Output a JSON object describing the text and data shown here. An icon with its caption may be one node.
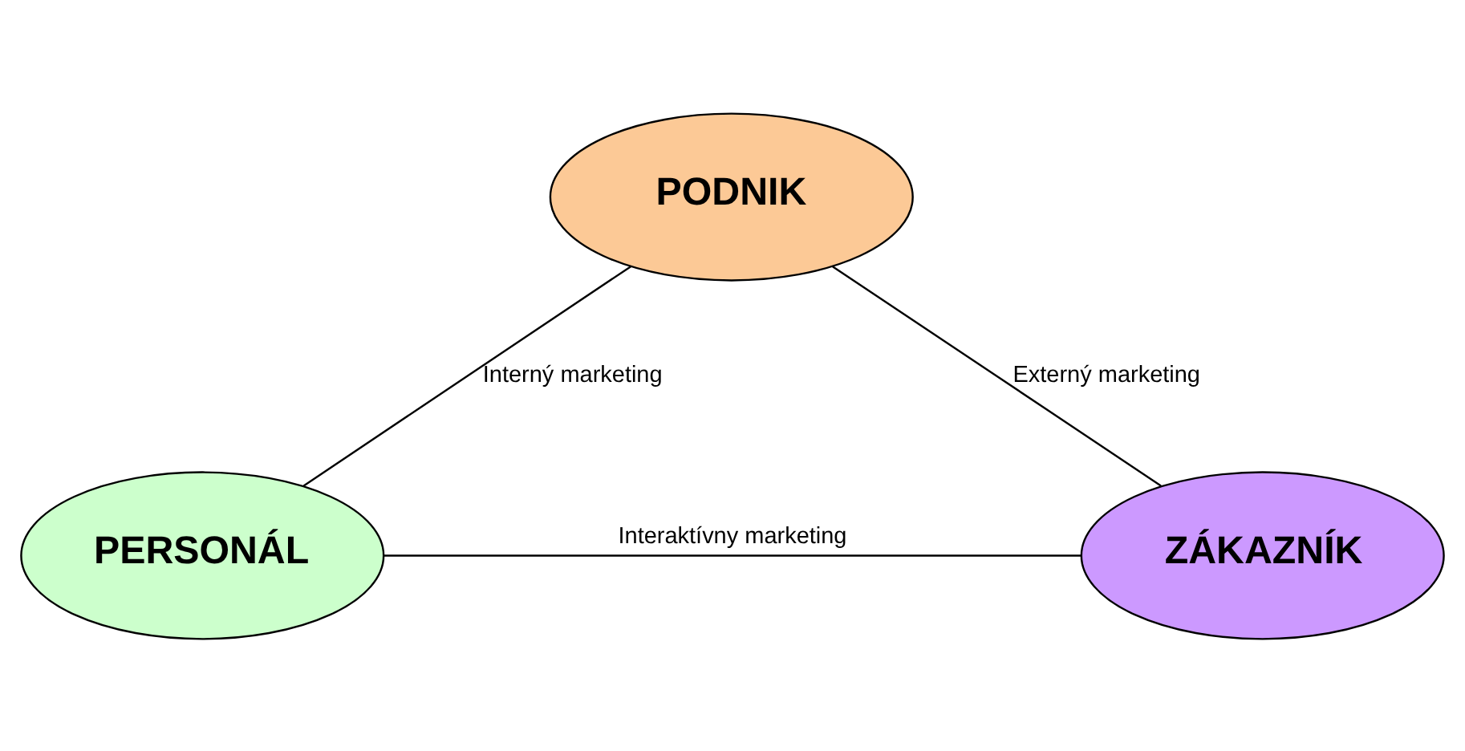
{
  "diagram": {
    "nodes": [
      {
        "text": [
          "PODNIK"
        ]
      },
      {
        "text": [
          "PERSONÁL"
        ]
      },
      {
        "text": [
          "ZÁKAZNÍK"
        ]
      }
    ],
    "edges": [
      {
        "from": 0,
        "to": 1,
        "arrow": "none",
        "label": "Interný marketing"
      },
      {
        "from": 0,
        "to": 2,
        "arrow": "none",
        "label": "Externý marketing"
      },
      {
        "from": 1,
        "to": 2,
        "arrow": "none",
        "label": "Interaktívny marketing"
      }
    ]
  }
}
